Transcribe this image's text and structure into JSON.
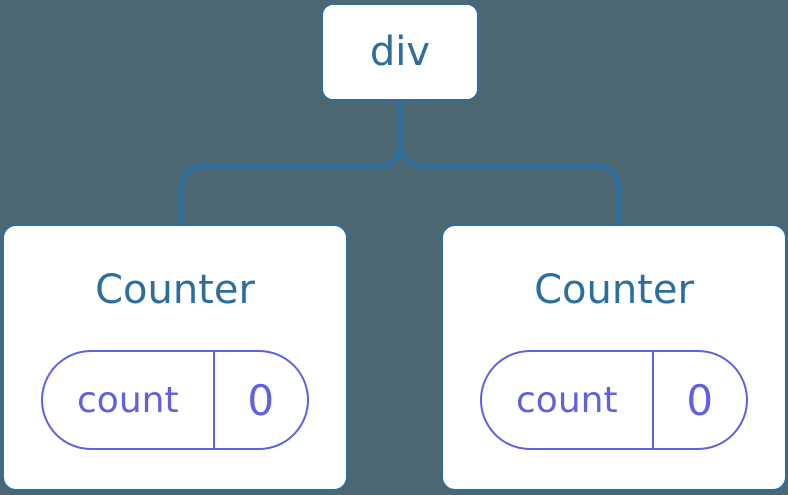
{
  "colors": {
    "background": "#4C6672",
    "node_border": "#2E6E9E",
    "node_text": "#2E6E9E",
    "connector": "#2E6E9E",
    "state_border": "#6060E0",
    "state_text": "#6060E0"
  },
  "tree": {
    "root": {
      "label": "div"
    },
    "children": [
      {
        "title": "Counter",
        "state": {
          "key": "count",
          "value": "0"
        }
      },
      {
        "title": "Counter",
        "state": {
          "key": "count",
          "value": "0"
        }
      }
    ]
  }
}
